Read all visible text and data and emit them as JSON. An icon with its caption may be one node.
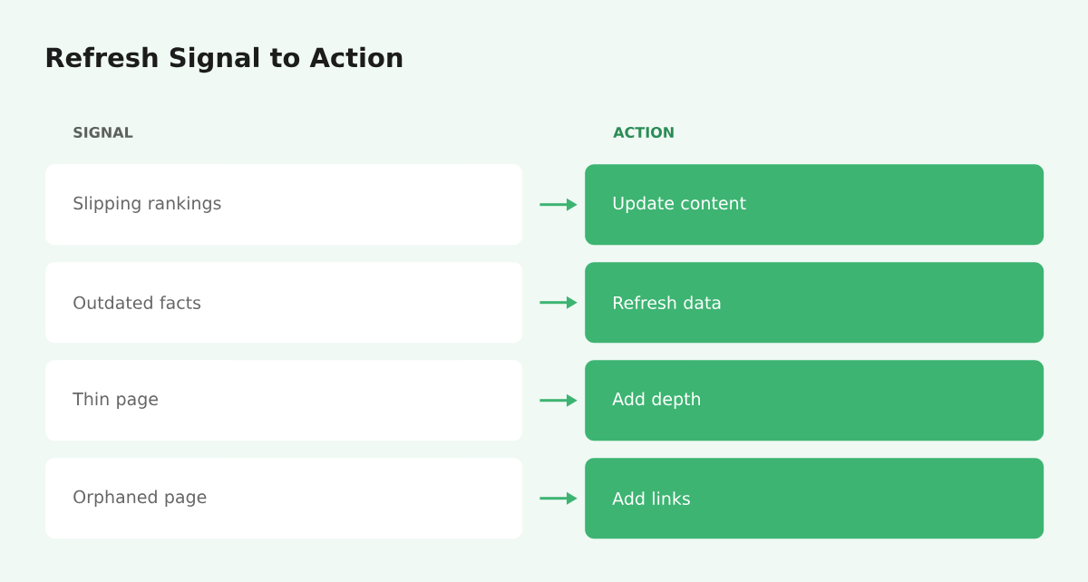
{
  "diagram": {
    "title": "Refresh Signal to Action",
    "nodes": [
      {
        "text": [
          "Slipping rankings"
        ]
      },
      {
        "text": [
          "Update content"
        ]
      },
      {
        "text": [
          "Outdated facts"
        ]
      },
      {
        "text": [
          "Refresh data"
        ]
      },
      {
        "text": [
          "Thin page"
        ]
      },
      {
        "text": [
          "Add depth"
        ]
      },
      {
        "text": [
          "Orphaned page"
        ]
      },
      {
        "text": [
          "Add links"
        ]
      }
    ],
    "edges": [
      {
        "from": 0,
        "to": 1,
        "arrow": "to"
      },
      {
        "from": 2,
        "to": 3,
        "arrow": "to"
      },
      {
        "from": 4,
        "to": 5,
        "arrow": "to"
      },
      {
        "from": 6,
        "to": 7,
        "arrow": "to"
      }
    ],
    "labels": [
      "SIGNAL",
      "ACTION"
    ]
  }
}
